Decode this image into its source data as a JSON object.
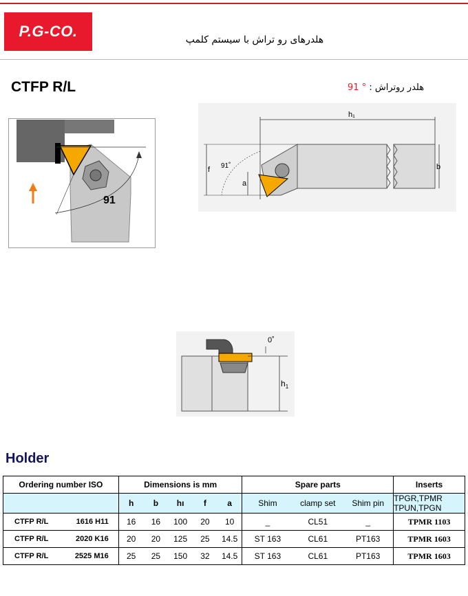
{
  "header": {
    "logo": "P.G-CO.",
    "title": "هلدرهای رو تراش با سیستم کلمپ"
  },
  "product": {
    "model": "CTFP R/L",
    "angle_value": "91",
    "angle_unit": "°",
    "angle_label": ": هلدر روتراش"
  },
  "diagrams": {
    "left_angle": "91",
    "mid_angle": "91˚",
    "dim_h1": "h₁",
    "dim_f": "f",
    "dim_a": "a",
    "dim_b": "b",
    "side_angle": "0˚",
    "side_h": "h",
    "side_h_sub": "1",
    "colors": {
      "insert": "#f5a800",
      "arrow": "#f07a13",
      "body": "#c8c8c8"
    }
  },
  "section_title": "Holder",
  "table": {
    "group_headers": [
      "Ordering  number ISO",
      "Dimensions is mm",
      "Spare  parts",
      "Inserts"
    ],
    "dim_headers": [
      "h",
      "b",
      "hı",
      "f",
      "a"
    ],
    "spare_headers": [
      "Shim",
      "clamp set",
      "Shim pin"
    ],
    "insert_header": [
      "TPGR,TPMR",
      "TPUN,TPGN"
    ],
    "rows": [
      {
        "ord": "CTFP R/L",
        "code": "1616 H11",
        "dims": [
          "16",
          "16",
          "100",
          "20",
          "10"
        ],
        "spare": [
          "_",
          "CL51",
          "_"
        ],
        "insert": "TPMR   1103"
      },
      {
        "ord": "CTFP R/L",
        "code": "2020 K16",
        "dims": [
          "20",
          "20",
          "125",
          "25",
          "14.5"
        ],
        "spare": [
          "ST 163",
          "CL61",
          "PT163"
        ],
        "insert": "TPMR   1603"
      },
      {
        "ord": "CTFP R/L",
        "code": "2525 M16",
        "dims": [
          "25",
          "25",
          "150",
          "32",
          "14.5"
        ],
        "spare": [
          "ST 163",
          "CL61",
          "PT163"
        ],
        "insert": "TPMR  1603"
      }
    ]
  }
}
